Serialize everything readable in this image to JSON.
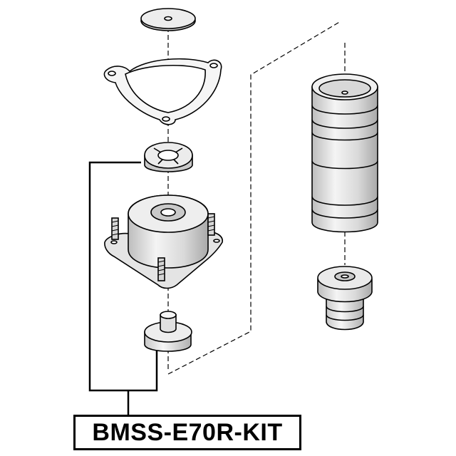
{
  "part_number": "BMSS-E70R-KIT",
  "colors": {
    "stroke": "#000000",
    "fill_light": "#f2f2f2",
    "fill_mid": "#dcdcdc",
    "fill_dark": "#b8b8b8"
  },
  "parts": [
    "washer-disc",
    "gasket-plate",
    "nut",
    "strut-mount",
    "bearing-bushing",
    "dust-boot",
    "bump-stop"
  ]
}
